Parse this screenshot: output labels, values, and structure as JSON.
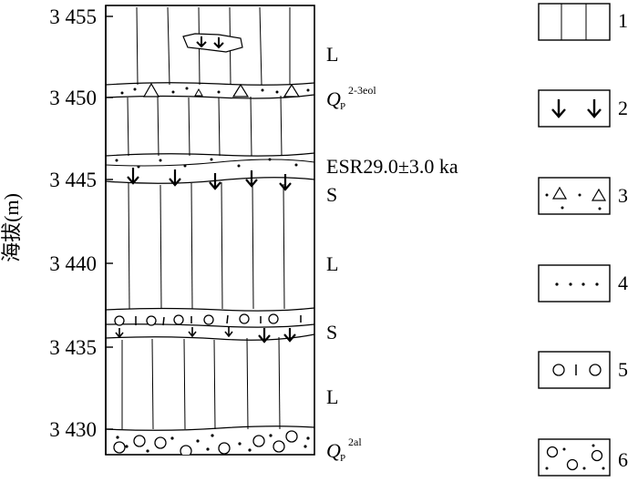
{
  "figure": {
    "y_axis": {
      "label": "海拔(m)",
      "ticks": [
        "3 455",
        "3 450",
        "3 445",
        "3 440",
        "3 435",
        "3 430"
      ]
    },
    "column_labels": [
      {
        "id": "upper-l",
        "text": "L"
      },
      {
        "id": "q-eol-sym",
        "text": "Q"
      },
      {
        "id": "q-eol-sub",
        "text": "P"
      },
      {
        "id": "q-eol-sup",
        "text": "2-3eol"
      },
      {
        "id": "esr-age",
        "text": "ESR29.0±3.0 ka"
      },
      {
        "id": "upper-s",
        "text": "S"
      },
      {
        "id": "middle-l",
        "text": "L"
      },
      {
        "id": "lower-s",
        "text": "S"
      },
      {
        "id": "lower-l",
        "text": "L"
      },
      {
        "id": "q-al-sym",
        "text": "Q"
      },
      {
        "id": "q-al-sub",
        "text": "P"
      },
      {
        "id": "q-al-sup",
        "text": "2al"
      }
    ],
    "legend": [
      {
        "num": "1",
        "pattern": "vertical-lines"
      },
      {
        "num": "2",
        "pattern": "down-arrows"
      },
      {
        "num": "3",
        "pattern": "triangles-dots"
      },
      {
        "num": "4",
        "pattern": "dots"
      },
      {
        "num": "5",
        "pattern": "circles-bar"
      },
      {
        "num": "6",
        "pattern": "circles-dots"
      }
    ]
  }
}
